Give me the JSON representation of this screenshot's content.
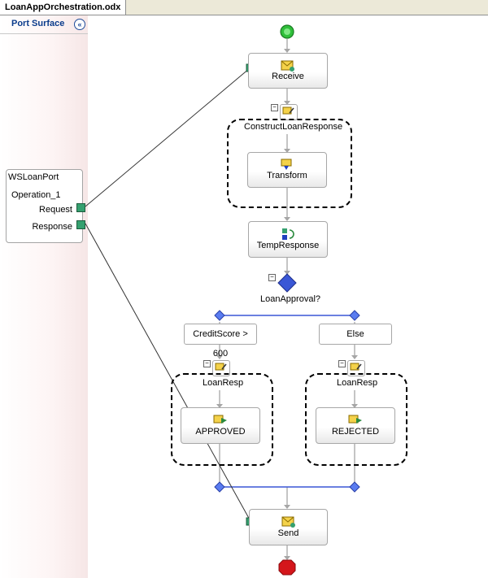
{
  "tab": {
    "title": "LoanAppOrchestration.odx"
  },
  "port_surface": {
    "title": "Port Surface",
    "port": {
      "name": "WSLoanPort",
      "operation": "Operation_1",
      "request": "Request",
      "response": "Response"
    }
  },
  "orchestration": {
    "receive": "Receive",
    "construct_scope": "ConstructLoanResponse",
    "transform": "Transform",
    "temp_response": "TempResponse",
    "decide": "LoanApproval?",
    "branches": [
      {
        "condition": "CreditScore > 600",
        "construct": "LoanResp",
        "shape": "APPROVED"
      },
      {
        "condition": "Else",
        "construct": "LoanResp",
        "shape": "REJECTED"
      }
    ],
    "send": "Send"
  },
  "colors": {
    "accent_green": "#35a06f",
    "decide_blue": "#3a57d6",
    "end_red": "#d4161b",
    "start_green": "#2fbf3a"
  }
}
